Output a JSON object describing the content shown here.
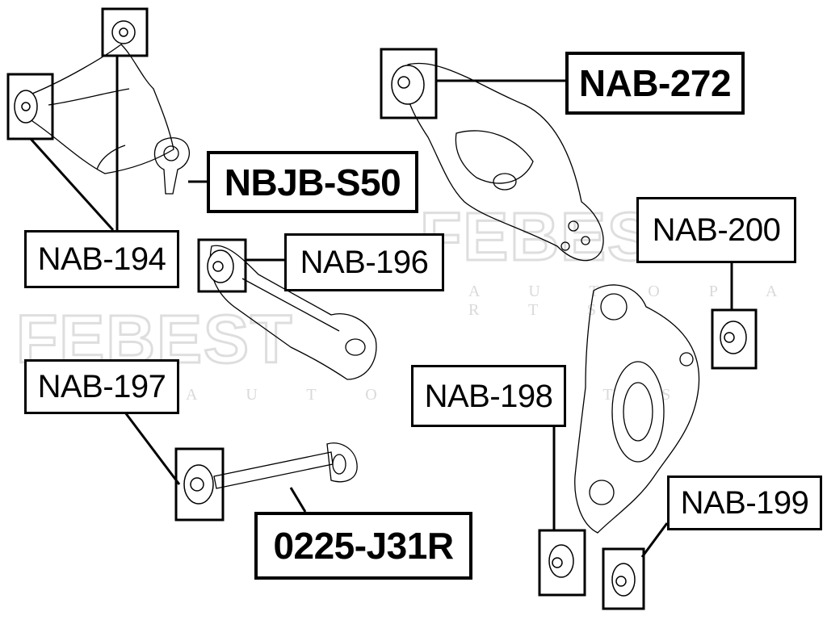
{
  "watermarks": [
    {
      "logo": "FEBEST",
      "tagline": "A U T O   P A R T S"
    },
    {
      "logo": "FEBEST",
      "tagline": "A U T O   P A R T S"
    }
  ],
  "labels": {
    "nab_194": "NAB-194",
    "nab_196": "NAB-196",
    "nab_197": "NAB-197",
    "nab_198": "NAB-198",
    "nab_199": "NAB-199",
    "nab_200": "NAB-200",
    "nab_272": "NAB-272",
    "nbjb_s50": "NBJB-S50",
    "link_0225": "0225-J31R"
  }
}
